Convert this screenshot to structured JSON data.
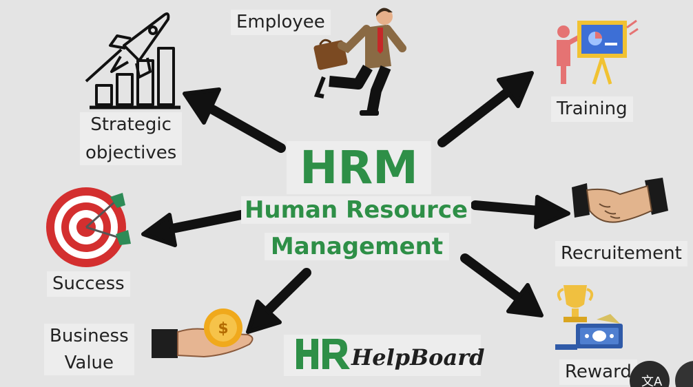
{
  "center": {
    "title": "HRM",
    "subtitle_line1": "Human Resource",
    "subtitle_line2": "Management"
  },
  "nodes": {
    "employee": "Employee",
    "training": "Training",
    "strategic_line1": "Strategic",
    "strategic_line2": "objectives",
    "recruitement": "Recruitement",
    "success": "Success",
    "business_line1": "Business",
    "business_line2": "Value",
    "reward": "Reward"
  },
  "logo_text": "HelpBoard",
  "colors": {
    "accent_green": "#2e8f47",
    "arrow": "#111111",
    "background": "#e4e4e4"
  },
  "icons": [
    "rocket-chart-icon",
    "running-businessman-icon",
    "presentation-board-icon",
    "target-icon",
    "handshake-icon",
    "coin-hand-icon",
    "trophy-money-icon",
    "translate-icon"
  ]
}
